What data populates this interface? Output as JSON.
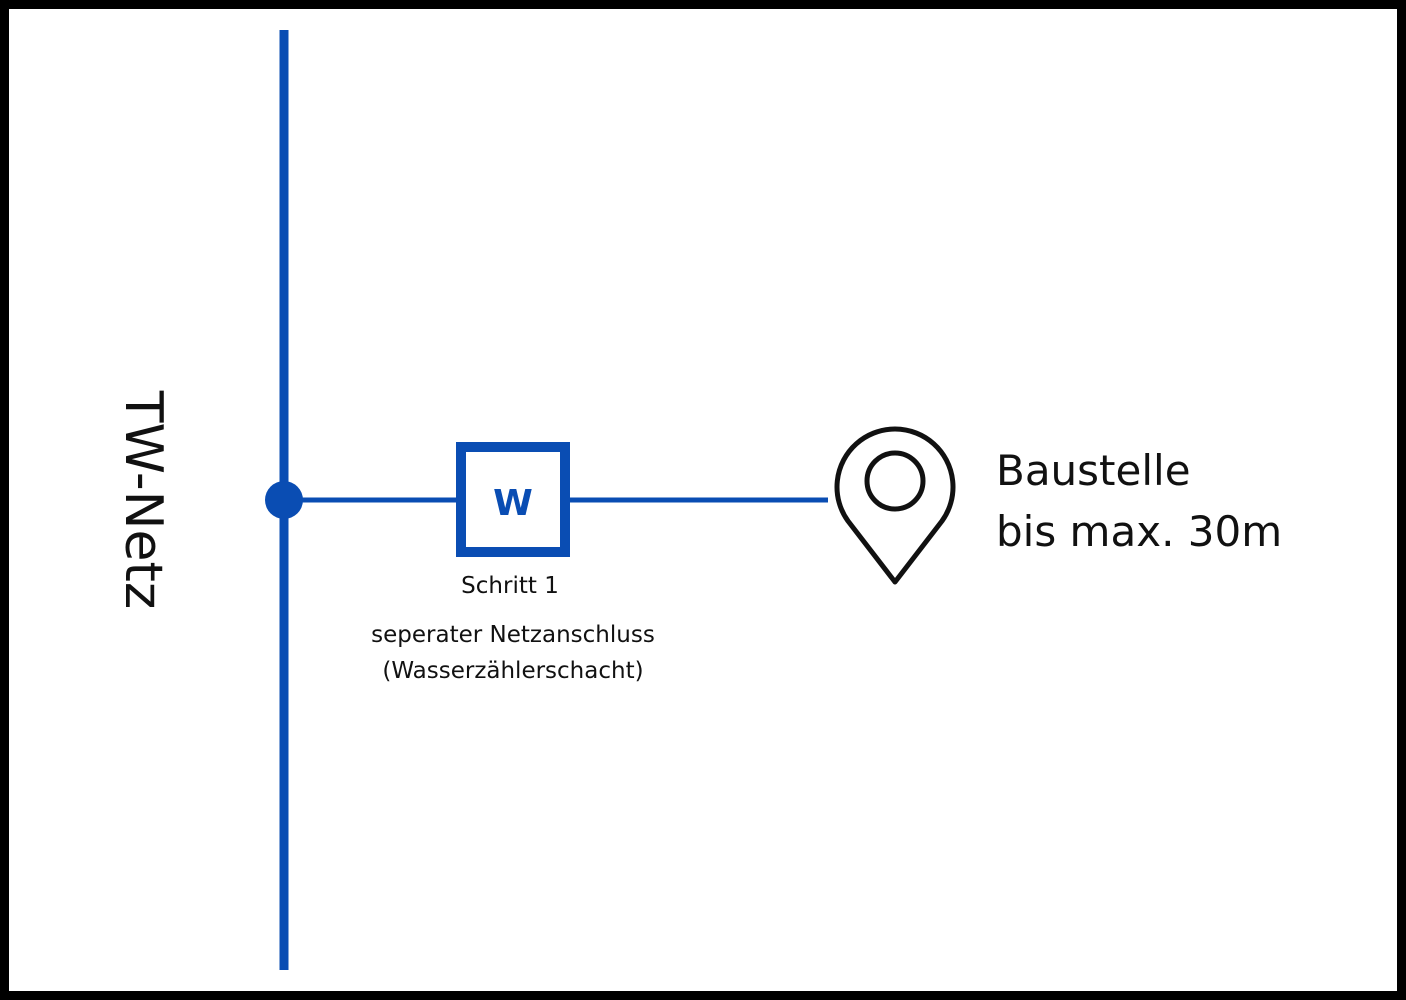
{
  "network": {
    "label": "TW-Netz"
  },
  "meter": {
    "symbol": "W",
    "step_label": "Schritt 1",
    "description_line1": "seperater Netzanschluss",
    "description_line2": "(Wasserzählerschacht)"
  },
  "site": {
    "icon": "map-pin-icon",
    "title": "Baustelle",
    "distance": "bis max. 30m"
  },
  "colors": {
    "pipe": "#0a4db3",
    "frame": "#000000",
    "text": "#111111"
  }
}
